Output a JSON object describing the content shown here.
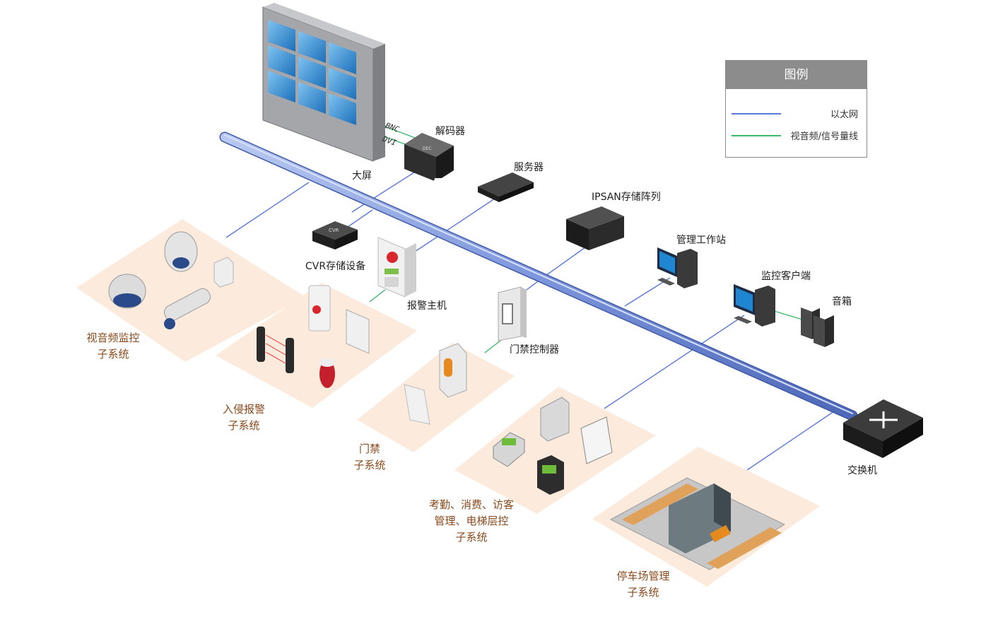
{
  "colors": {
    "ethernet": "#5a78d8",
    "av_signal": "#3cb86a",
    "zone_fill": "#fcebdc",
    "subsystem_text": "#8a4a1c",
    "legend_header": "#8c8c8c"
  },
  "legend": {
    "title": "图例",
    "items": [
      {
        "label": "以太网",
        "color": "#5a78d8"
      },
      {
        "label": "视音频/信号量线",
        "color": "#3cb86a"
      }
    ]
  },
  "devices": {
    "big_screen": "大屏",
    "decoder": "解码器",
    "server": "服务器",
    "ipsan": "IPSAN存储阵列",
    "workstation": "管理工作站",
    "monitor_client": "监控客户端",
    "speaker": "音箱",
    "cvr": "CVR存储设备",
    "alarm_host": "报警主机",
    "door_controller": "门禁控制器",
    "switch": "交换机"
  },
  "wires": {
    "bnc": "BNC",
    "dvi": "DVI"
  },
  "device_marks": {
    "cvr": "CVR"
  },
  "subsystems": {
    "av_monitor": [
      "视音频监控",
      "子系统"
    ],
    "intrusion": [
      "入侵报警",
      "子系统"
    ],
    "access": [
      "门禁",
      "子系统"
    ],
    "attendance": [
      "考勤、消费、访客",
      "管理、电梯层控",
      "子系统"
    ],
    "parking": [
      "停车场管理",
      "子系统"
    ]
  }
}
